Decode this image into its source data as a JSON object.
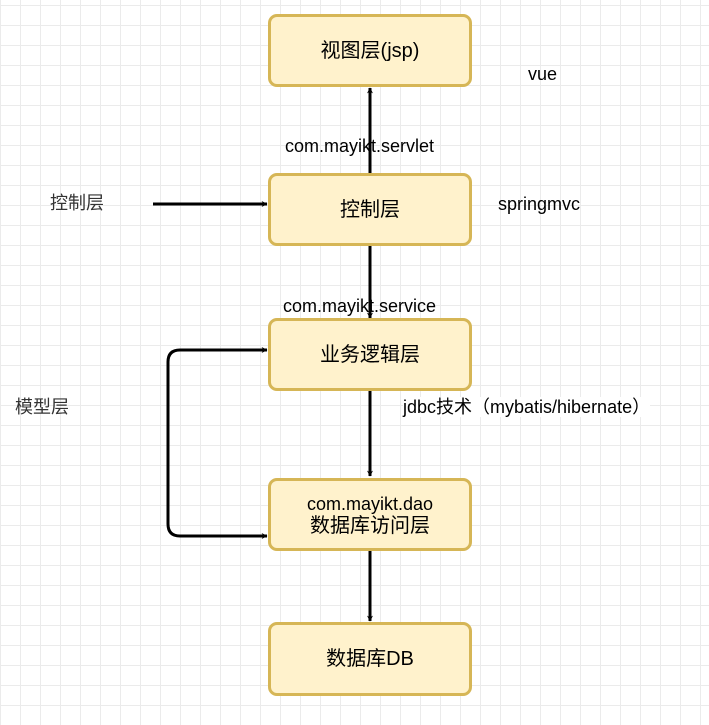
{
  "boxes": {
    "view": "视图层(jsp)",
    "control": "控制层",
    "service": "业务逻辑层",
    "dao_pkg": "com.mayikt.dao",
    "dao": "数据库访问层",
    "db": "数据库DB"
  },
  "labels": {
    "vue": "vue",
    "servlet_pkg": "com.mayikt.servlet",
    "control_side": "控制层",
    "springmvc": "springmvc",
    "service_pkg": "com.mayikt.service",
    "model_side": "模型层",
    "jdbc": "jdbc技术（mybatis/hibernate）"
  },
  "colors": {
    "box_fill": "#fff2cc",
    "box_border": "#d6b656",
    "arrow": "#000000"
  }
}
